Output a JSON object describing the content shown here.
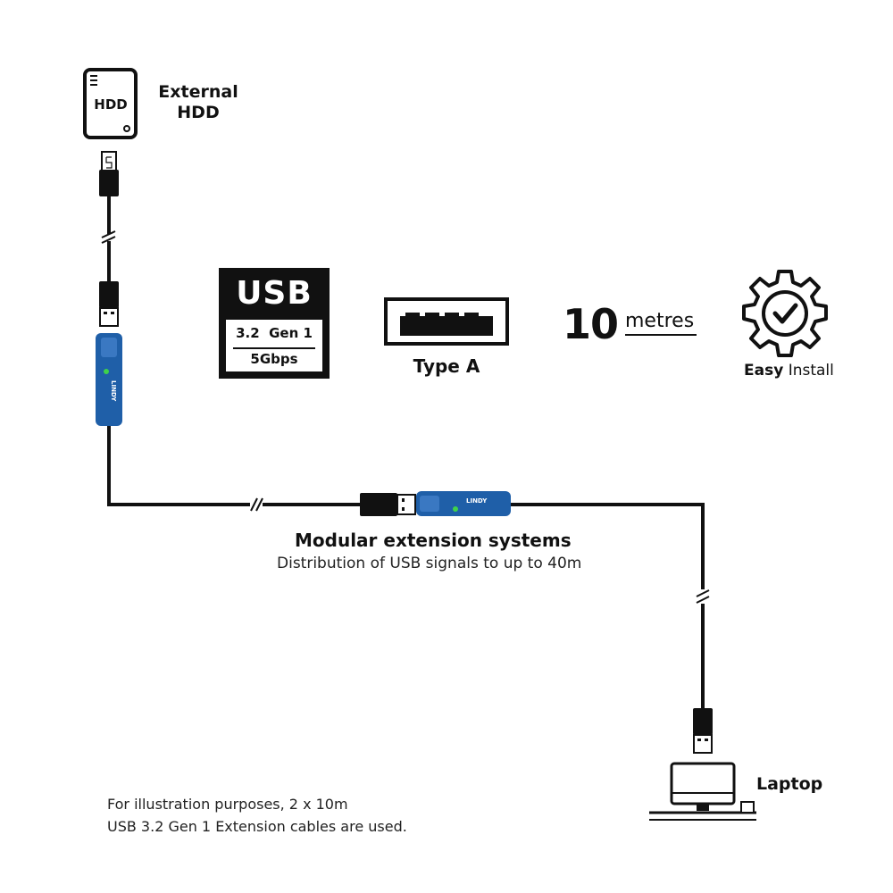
{
  "hdd": {
    "icon_text": "HDD",
    "label": "External\nHDD"
  },
  "laptop": {
    "label": "Laptop"
  },
  "usb_badge": {
    "title": "USB",
    "gen": "3.2  Gen 1",
    "speed": "5Gbps"
  },
  "connector": {
    "label": "Type A"
  },
  "length": {
    "number": "10",
    "unit": "metres"
  },
  "install": {
    "bold": "Easy",
    "rest": " Install"
  },
  "extension": {
    "title": "Modular extension systems",
    "subtitle": "Distribution of USB signals to up to 40m",
    "brand": "LINDY"
  },
  "note": {
    "line1": "For illustration purposes, 2 x 10m",
    "line2": "USB 3.2 Gen 1 Extension cables are used."
  },
  "colors": {
    "cable": "#111111",
    "extender_blue": "#1f5fa8",
    "led_green": "#3fd24a"
  }
}
